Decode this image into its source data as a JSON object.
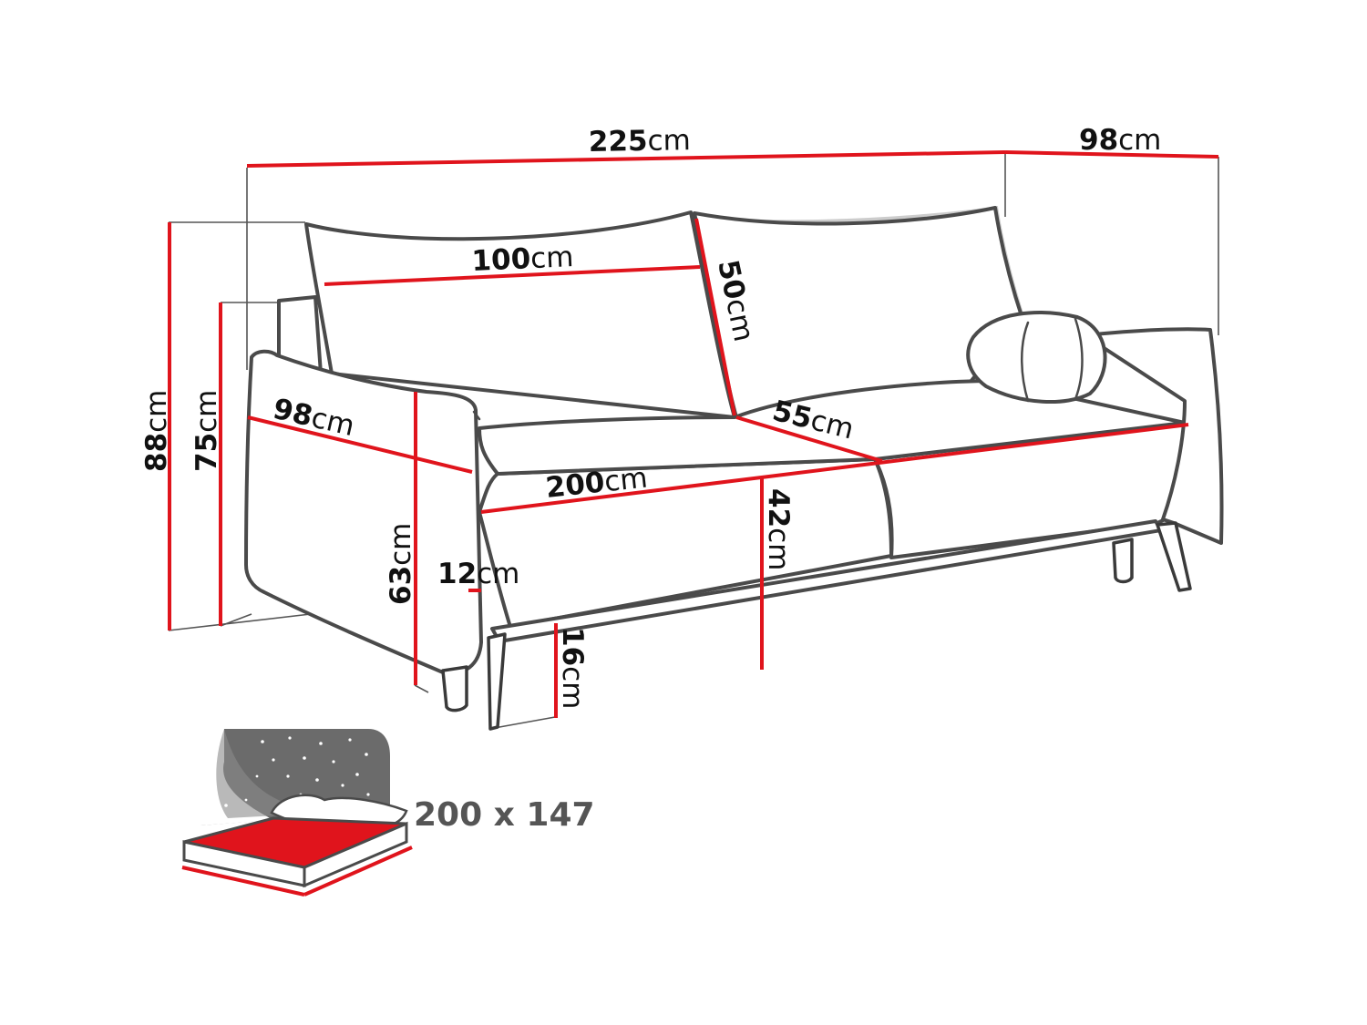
{
  "unit": "cm",
  "dimensions": {
    "total_width": "225",
    "depth": "98",
    "total_height": "88",
    "armrest_height": "75",
    "back_cushion_width": "100",
    "back_cushion_height": "50",
    "armrest_depth": "98",
    "seat_depth": "55",
    "seat_width": "200",
    "seat_height": "42",
    "side_height": "63",
    "armrest_width": "12",
    "clearance": "16"
  },
  "sleeping_area": "200 x 147",
  "colors": {
    "dimension_line": "#e0141c",
    "outline": "#4a4a4a",
    "mattress": "#e0141c",
    "night_sky": "#6b6b6b"
  },
  "icons": {
    "sleeping_area": "sofa-bed-icon"
  }
}
